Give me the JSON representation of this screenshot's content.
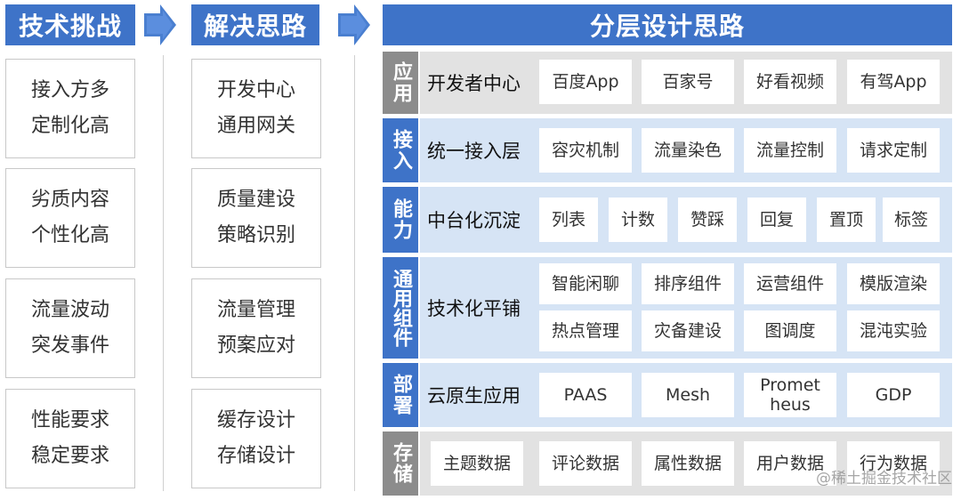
{
  "colors": {
    "header_blue": "#3e73c8",
    "label_gray": "#8c8c8c",
    "label_blue": "#3e73c8",
    "row_gray_bg": "#e2e2e2",
    "row_blue_bg": "#d6e4f5",
    "arrow_blue": "#4a7fd0"
  },
  "icons": [
    "arrow-right-icon"
  ],
  "headers": {
    "challenges": "技术挑战",
    "solutions": "解决思路",
    "layered": "分层设计思路"
  },
  "challenges": [
    {
      "line1": "接入方多",
      "line2": "定制化高"
    },
    {
      "line1": "劣质内容",
      "line2": "个性化高"
    },
    {
      "line1": "流量波动",
      "line2": "突发事件"
    },
    {
      "line1": "性能要求",
      "line2": "稳定要求"
    }
  ],
  "solutions": [
    {
      "line1": "开发中心",
      "line2": "通用网关"
    },
    {
      "line1": "质量建设",
      "line2": "策略识别"
    },
    {
      "line1": "流量管理",
      "line2": "预案应对"
    },
    {
      "line1": "缓存设计",
      "line2": "存储设计"
    }
  ],
  "layers": [
    {
      "label": "应用",
      "title": "开发者中心",
      "items": [
        "百度App",
        "百家号",
        "好看视频",
        "有驾App"
      ]
    },
    {
      "label": "接入",
      "title": "统一接入层",
      "items": [
        "容灾机制",
        "流量染色",
        "流量控制",
        "请求定制"
      ]
    },
    {
      "label": "能力",
      "title": "中台化沉淀",
      "items": [
        "列表",
        "计数",
        "赞踩",
        "回复",
        "置顶",
        "标签"
      ]
    },
    {
      "label": "通用组件",
      "title": "技术化平铺",
      "items": [
        "智能闲聊",
        "排序组件",
        "运营组件",
        "模版渲染",
        "热点管理",
        "灾备建设",
        "图调度",
        "混沌实验"
      ]
    },
    {
      "label": "部署",
      "title": "云原生应用",
      "items": [
        "PAAS",
        "Mesh",
        "Prometheus",
        "GDP"
      ]
    },
    {
      "label": "存储",
      "title": "",
      "items": [
        "主题数据",
        "评论数据",
        "属性数据",
        "用户数据",
        "行为数据"
      ]
    }
  ],
  "watermark": "@稀土掘金技术社区"
}
